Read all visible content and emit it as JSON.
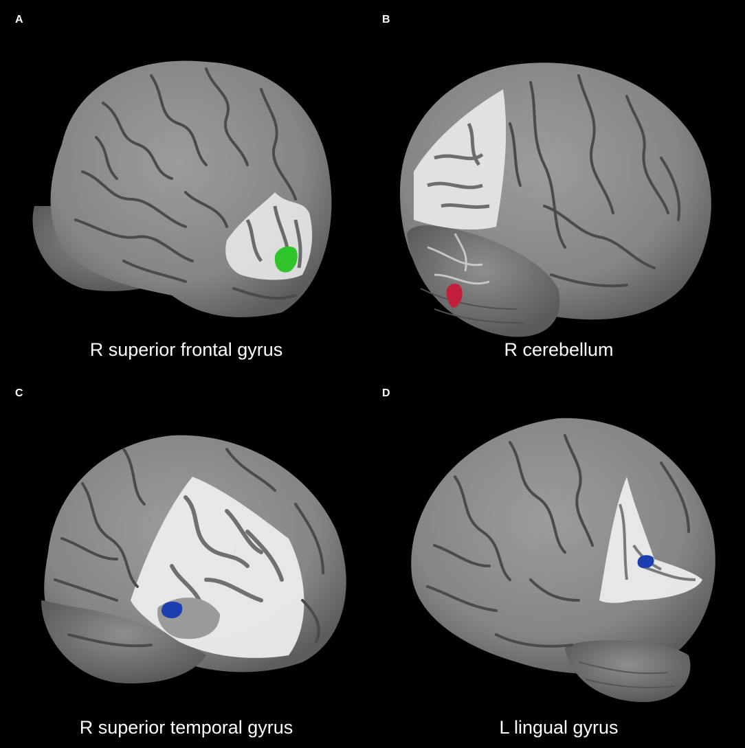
{
  "panels": [
    {
      "letter": "A",
      "caption": "R superior frontal gyrus"
    },
    {
      "letter": "B",
      "caption": "R cerebellum"
    },
    {
      "letter": "C",
      "caption": "R superior temporal gyrus"
    },
    {
      "letter": "D",
      "caption": "L lingual gyrus"
    }
  ],
  "colors": {
    "background": "#000000",
    "brain_surface": "#8a8a8a",
    "sulci": "#4a4a4a",
    "white_matter": "#f2f2f2",
    "green_region": "#2fc42a",
    "red_region": "#c2203a",
    "blue_region": "#1b3fb0"
  }
}
